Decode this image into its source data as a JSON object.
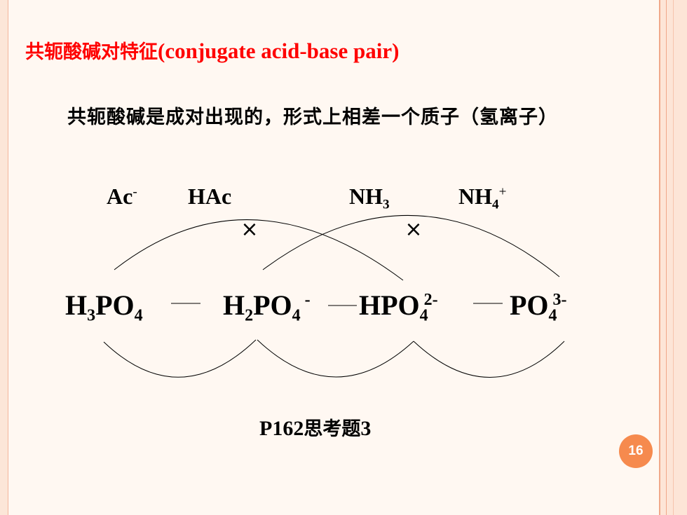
{
  "title": {
    "cn": "共轭酸碱对特征",
    "en": "(conjugate acid-base pair)"
  },
  "subtitle": "共轭酸碱是成对出现的，形式上相差一个质子（氢离子）",
  "top_species": [
    {
      "base": "Ac",
      "sub": "",
      "sup": "-"
    },
    {
      "base": "HAc",
      "sub": "",
      "sup": ""
    },
    {
      "base": "NH",
      "sub": "3",
      "sup": ""
    },
    {
      "base": "NH",
      "sub": "4",
      "sup": "+"
    }
  ],
  "main_species": [
    {
      "p1": "H",
      "s1": "3",
      "p2": "PO",
      "s2": "4",
      "sup": ""
    },
    {
      "p1": "H",
      "s1": "2",
      "p2": "PO",
      "s2": "4",
      "sup": "-"
    },
    {
      "p1": "HPO",
      "s1": "4",
      "p2": "",
      "s2": "",
      "sup": "2-"
    },
    {
      "p1": "PO",
      "s1": "4",
      "p2": "",
      "s2": "",
      "sup": "3-"
    }
  ],
  "cross_mark": "×",
  "reference": {
    "prefix": "P162",
    "cn": "思考题",
    "num": "3"
  },
  "page_number": "16",
  "colors": {
    "title": "#ff0000",
    "page_badge": "#f68a4e",
    "background": "#fff8f2"
  }
}
